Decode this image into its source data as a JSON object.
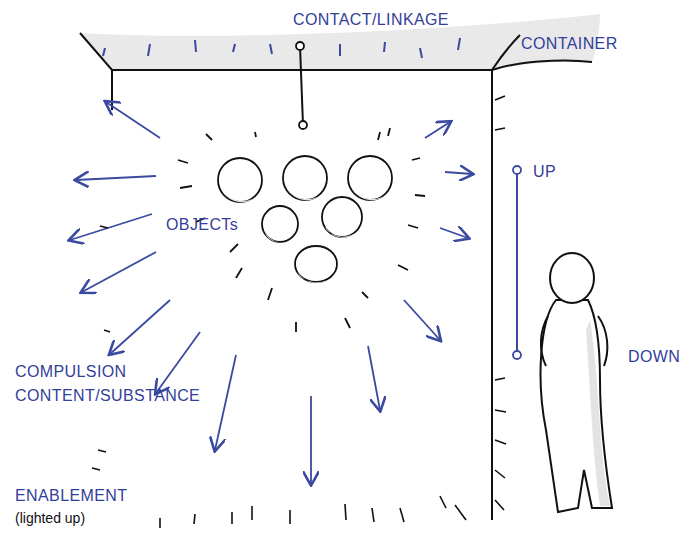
{
  "diagram": {
    "labels": [
      "CONTACT/LINKAGE",
      "CONTAINER",
      "UP",
      "OBJECTs",
      "DOWN",
      "COMPULSION",
      "CONTENT/SUBSTANCE",
      "ENABLEMENT",
      "(lighted up)"
    ]
  }
}
